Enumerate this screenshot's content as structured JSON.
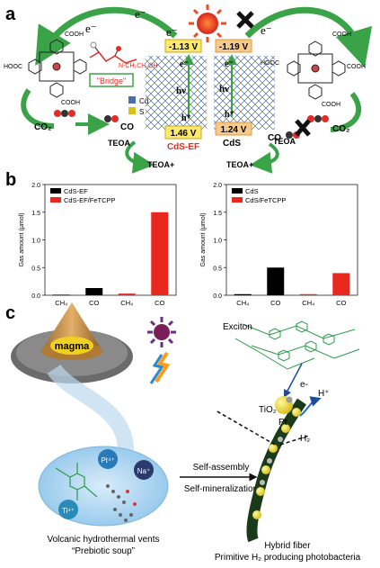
{
  "panel_a": {
    "label": "a",
    "electron": "e⁻",
    "cdsef_cb": "-1.13 V",
    "cdsef_vb": "1.46 V",
    "cdsef_name": "CdS-EF",
    "cds_cb": "-1.19 V",
    "cds_vb": "1.24 V",
    "cds_name": "CdS",
    "hv": "hν",
    "hole": "h⁺",
    "e_small": "e⁻",
    "bridge": "\"Bridge\"",
    "nh": "N-CH₂CH₂OH",
    "cd": "Cd",
    "s": "S",
    "cooh": "COOH",
    "hooc": "HOOC",
    "co2": "CO₂",
    "co": "CO",
    "teoa": "TEOA",
    "teoa_plus": "TEOA+",
    "colors": {
      "green": "#3aa348",
      "red": "#e22d26",
      "sun": "#f04a22",
      "yellow": "#fde96b",
      "orange": "#f7c98a"
    }
  },
  "panel_b": {
    "label": "b",
    "chart_data": [
      {
        "type": "bar",
        "ylabel": "Gas amount (μmol)",
        "ylim": [
          0,
          2.0
        ],
        "yticks": [
          "0.0",
          "0.5",
          "1.0",
          "1.5",
          "2.0"
        ],
        "categories": [
          "CH₄",
          "CO",
          "CH₄",
          "CO"
        ],
        "legend": [
          "CdS-EF",
          "CdS-EF/FeTCPP"
        ],
        "values": [
          0.01,
          0.13,
          0.03,
          1.5
        ],
        "colors": [
          "#000000",
          "#000000",
          "#e8281f",
          "#e8281f"
        ]
      },
      {
        "type": "bar",
        "ylabel": "Gas amount (μmol)",
        "ylim": [
          0,
          2.0
        ],
        "yticks": [
          "0.0",
          "0.5",
          "1.0",
          "1.5",
          "2.0"
        ],
        "categories": [
          "CH₄",
          "CO",
          "CH₄",
          "CO"
        ],
        "legend": [
          "CdS",
          "CdS/FeTCPP"
        ],
        "values": [
          0.02,
          0.5,
          0.02,
          0.4
        ],
        "colors": [
          "#000000",
          "#000000",
          "#e8281f",
          "#e8281f"
        ]
      }
    ]
  },
  "panel_c": {
    "label": "c",
    "magma": "magma",
    "pt": "Pt⁴⁺",
    "na": "Na⁺",
    "ti": "Ti⁴⁺",
    "arrow_line1": "Self-assembly",
    "arrow_line2": "Self-mineralization",
    "exciton": "Exciton",
    "e_minus": "e-",
    "tio2": "TiO₂",
    "pt_label": "Pt",
    "hplus": "H⁺",
    "h2": "H₂",
    "caption_left_1": "Volcanic hydrothermal vents",
    "caption_left_2": "“Prebiotic soup”",
    "caption_right_1": "Hybrid fiber",
    "caption_right_2": "Primitive H₂ producing photobacteria"
  }
}
